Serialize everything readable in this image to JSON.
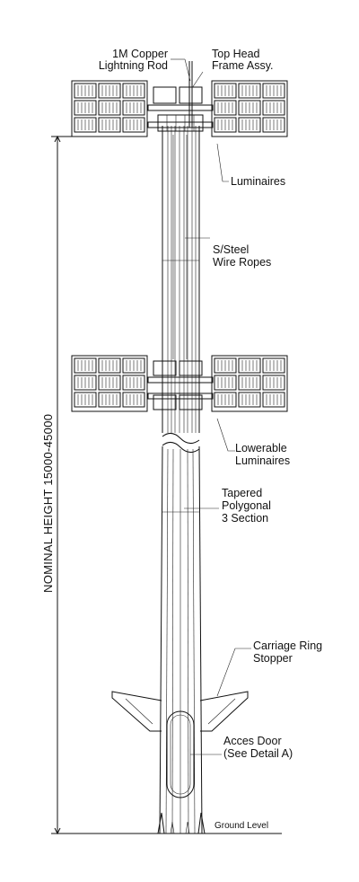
{
  "labels": {
    "lightning_rod_line1": "1M Copper",
    "lightning_rod_line2": "Lightning Rod",
    "head_frame_line1": "Top Head",
    "head_frame_line2": "Frame Assy.",
    "luminaires": "Luminaires",
    "wire_ropes_line1": "S/Steel",
    "wire_ropes_line2": "Wire Ropes",
    "lowerable_line1": "Lowerable",
    "lowerable_line2": "Luminaires",
    "pole_line1": "Tapered",
    "pole_line2": "Polygonal",
    "pole_line3": "3 Section",
    "stopper_line1": "Carriage Ring",
    "stopper_line2": "Stopper",
    "door_line1": "Acces Door",
    "door_line2": "(See Detail A)",
    "ground": "Ground Level",
    "height": "NOMINAL HEIGHT 15000-45000"
  }
}
